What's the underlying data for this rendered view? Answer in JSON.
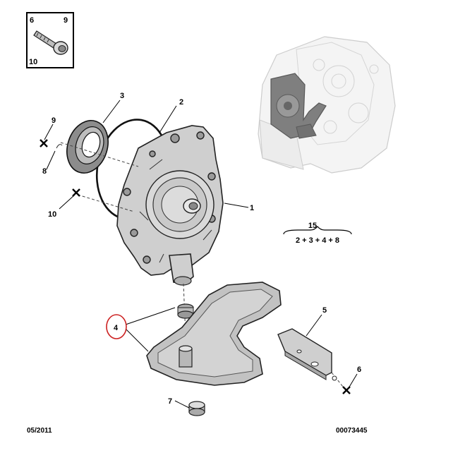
{
  "callouts": {
    "c1": "1",
    "c2": "2",
    "c3": "3",
    "c4": "4",
    "c5": "5",
    "c6": "6",
    "c7": "7",
    "c8": "8",
    "c9": "9",
    "c10": "10"
  },
  "inset_box": {
    "tl": "6",
    "tr": "9",
    "bl": "10"
  },
  "kit": {
    "number": "15",
    "formula": "2 + 3 + 4 + 8"
  },
  "footer": {
    "date": "05/2011",
    "code": "00073445"
  },
  "colors": {
    "highlight_ring": "#cc1f1f",
    "part_fill": "#cfcfcf",
    "outline": "#222222"
  }
}
